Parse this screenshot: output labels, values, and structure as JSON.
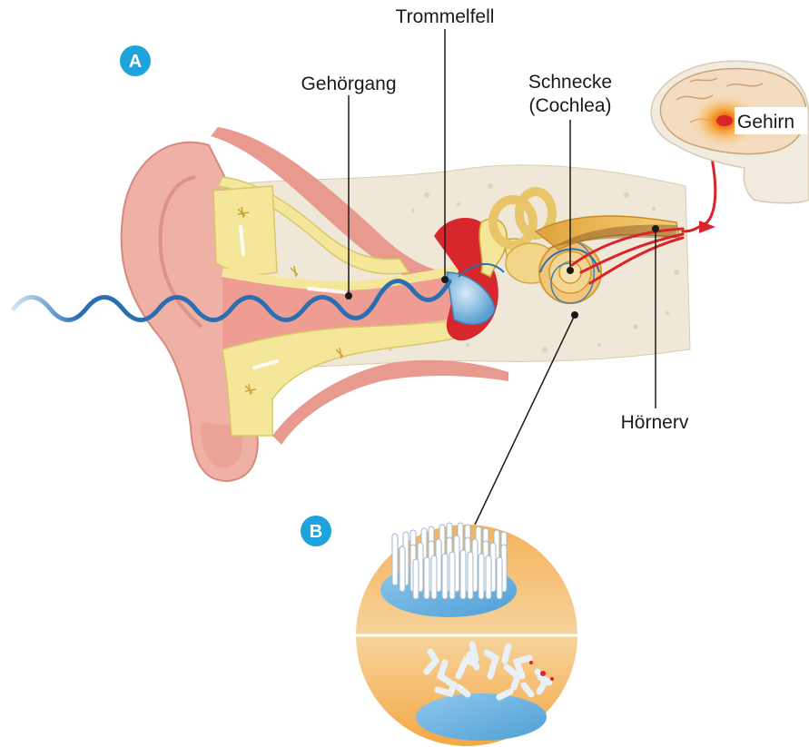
{
  "panel_a": {
    "badge": "A"
  },
  "panel_b": {
    "badge": "B"
  },
  "labels": {
    "eardrum": "Trommelfell",
    "ear_canal": "Gehörgang",
    "cochlea_line1": "Schnecke",
    "cochlea_line2": "(Cochlea)",
    "brain": "Gehirn",
    "auditory_nerve": "Hörnerv"
  },
  "colors": {
    "badge": "#1ea3dc",
    "sound_wave": "#2b6fb0",
    "nerve_signal": "#d9252a",
    "outer_ear": "#efb0a6",
    "bone": "#f4e79a",
    "hair_cells": "#a9d3ee"
  }
}
